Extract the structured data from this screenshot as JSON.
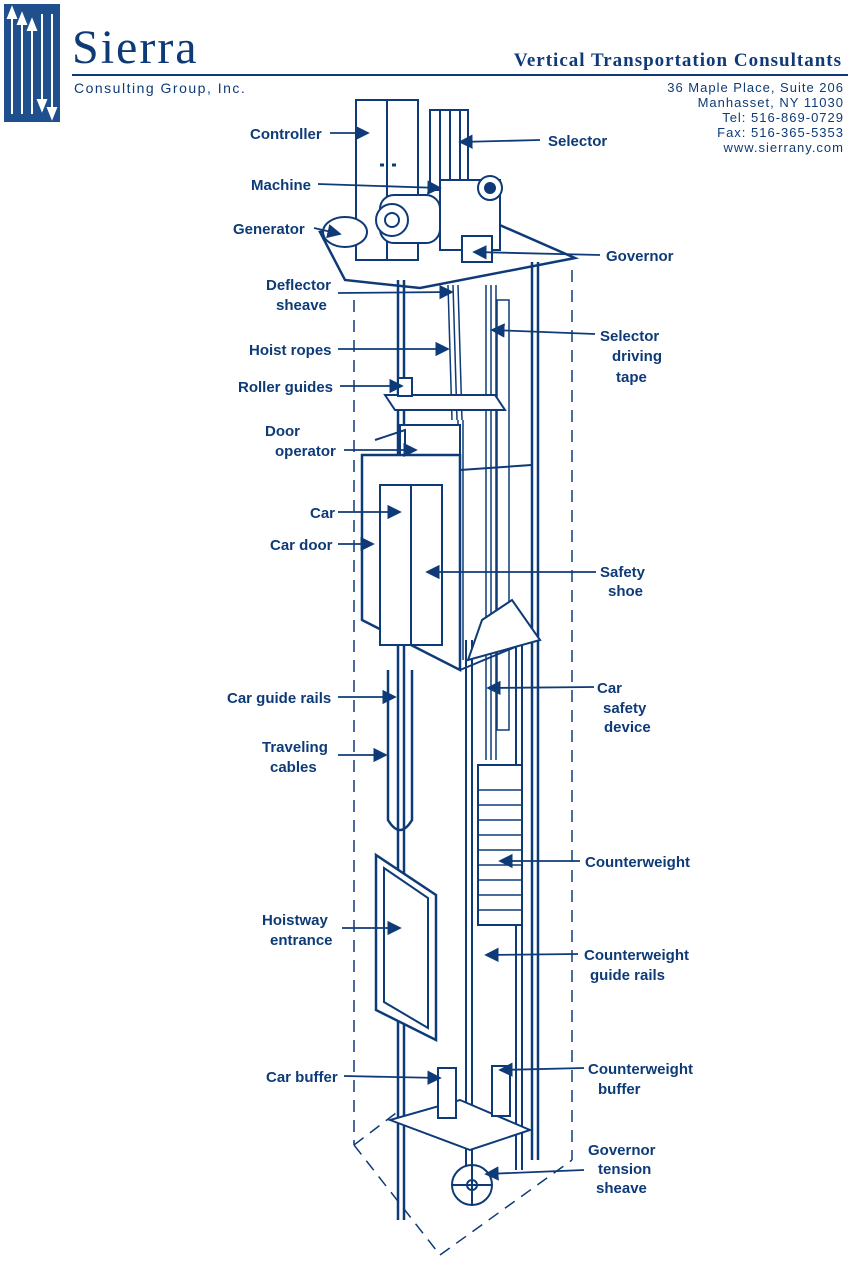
{
  "header": {
    "company": "Sierra",
    "subtitle": "Consulting Group, Inc.",
    "tagline": "Vertical Transportation Consultants",
    "address": [
      "36 Maple Place, Suite 206",
      "Manhasset, NY 11030",
      "Tel: 516-869-0729",
      "Fax: 516-365-5353",
      "www.sierrany.com"
    ]
  },
  "labels": {
    "controller": [
      "Controller"
    ],
    "machine": [
      "Machine"
    ],
    "generator": [
      "Generator"
    ],
    "deflector": [
      "Deflector",
      "sheave"
    ],
    "hoist": [
      "Hoist ropes"
    ],
    "roller": [
      "Roller guides"
    ],
    "door_operator": [
      "Door",
      "operator"
    ],
    "car": [
      "Car"
    ],
    "car_door": [
      "Car door"
    ],
    "car_rails": [
      "Car guide rails"
    ],
    "traveling": [
      "Traveling",
      "cables"
    ],
    "hoistway": [
      "Hoistway",
      "entrance"
    ],
    "car_buffer": [
      "Car buffer"
    ],
    "selector": [
      "Selector"
    ],
    "governor": [
      "Governor"
    ],
    "tape": [
      "Selector",
      "driving",
      "tape"
    ],
    "shoe": [
      "Safety",
      "shoe"
    ],
    "safety_device": [
      "Car",
      "safety",
      "device"
    ],
    "counterweight": [
      "Counterweight"
    ],
    "cw_rails": [
      "Counterweight",
      "guide rails"
    ],
    "cw_buffer": [
      "Counterweight",
      "buffer"
    ],
    "tension": [
      "Governor",
      "tension",
      "sheave"
    ]
  },
  "colors": {
    "ink": "#0e3b78",
    "logo": "#1f4f8c"
  }
}
